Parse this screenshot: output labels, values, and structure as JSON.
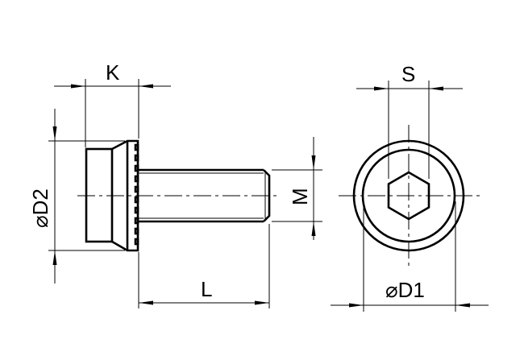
{
  "drawing": {
    "title": "Socket head cap screw technical drawing",
    "stroke_color": "#000000",
    "background_color": "#ffffff"
  },
  "dimensions": {
    "head_height": {
      "label": "K"
    },
    "head_diameter": {
      "symbol": "⌀",
      "label": "D2"
    },
    "thread_diameter": {
      "label": "M"
    },
    "length": {
      "label": "L"
    },
    "socket_width": {
      "label": "S"
    },
    "end_view_diameter": {
      "symbol": "⌀",
      "label": "D1"
    }
  },
  "views": {
    "side_view": {
      "name": "side view of screw with knurled flange head"
    },
    "end_view": {
      "name": "end view with hexagon socket"
    }
  }
}
